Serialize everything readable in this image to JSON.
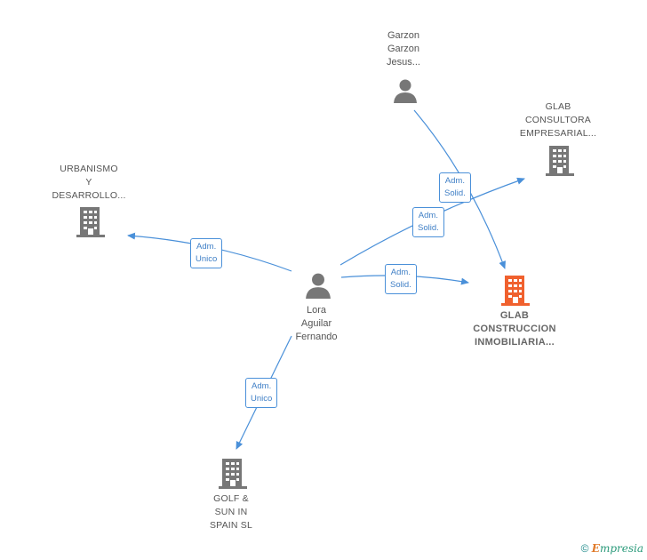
{
  "colors": {
    "edge": "#4a90d9",
    "person": "#777777",
    "company": "#777777",
    "focus_company": "#f0612e"
  },
  "nodes": {
    "garzon": {
      "label": "Garzon\nGarzon\nJesus...",
      "icon": "person-icon"
    },
    "glab_consultora": {
      "label": "GLAB\nCONSULTORA\nEMPRESARIAL...",
      "icon": "building-icon"
    },
    "urbanismo": {
      "label": "URBANISMO\nY\nDESARROLLO...",
      "icon": "building-icon"
    },
    "lora": {
      "label": "Lora\nAguilar\nFernando",
      "icon": "person-icon"
    },
    "glab_construccion": {
      "label": "GLAB\nCONSTRUCCION\nINMOBILIARIA...",
      "icon": "building-icon"
    },
    "golf": {
      "label": "GOLF &\nSUN IN\nSPAIN SL",
      "icon": "building-icon"
    }
  },
  "edges": {
    "garzon_to_construccion": {
      "label": "Adm.\nSolid."
    },
    "lora_to_consultora": {
      "label": "Adm.\nSolid."
    },
    "lora_to_urbanismo": {
      "label": "Adm.\nUnico"
    },
    "lora_to_construccion": {
      "label": "Adm.\nSolid."
    },
    "lora_to_golf": {
      "label": "Adm.\nUnico"
    }
  },
  "footer": {
    "copyright": "©",
    "brand_initial": "E",
    "brand_rest": "mpresia"
  }
}
